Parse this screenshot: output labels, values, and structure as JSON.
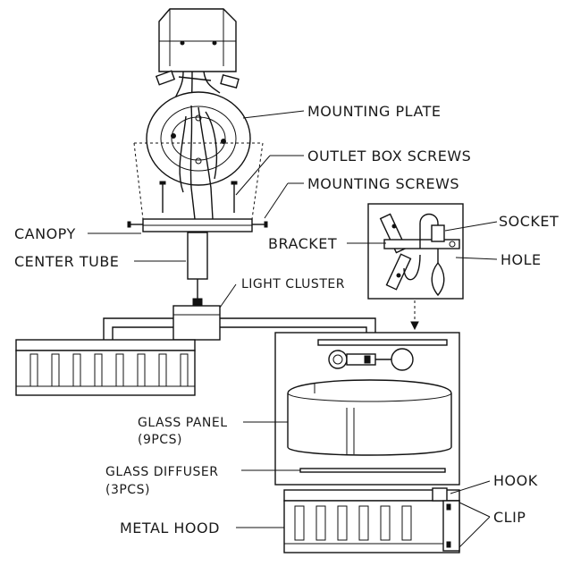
{
  "labels": {
    "mounting_plate": "MOUNTING PLATE",
    "outlet_box_screws": "OUTLET BOX SCREWS",
    "mounting_screws": "MOUNTING SCREWS",
    "canopy": "CANOPY",
    "center_tube": "CENTER TUBE",
    "light_cluster": "LIGHT CLUSTER",
    "bracket": "BRACKET",
    "socket": "SOCKET",
    "hole": "HOLE",
    "glass_panel": "GLASS PANEL",
    "glass_panel_qty": "(9PCS)",
    "glass_diffuser": "GLASS DIFFUSER",
    "glass_diffuser_qty": "(3PCS)",
    "metal_hood": "METAL HOOD",
    "hook": "HOOK",
    "clip": "CLIP"
  }
}
